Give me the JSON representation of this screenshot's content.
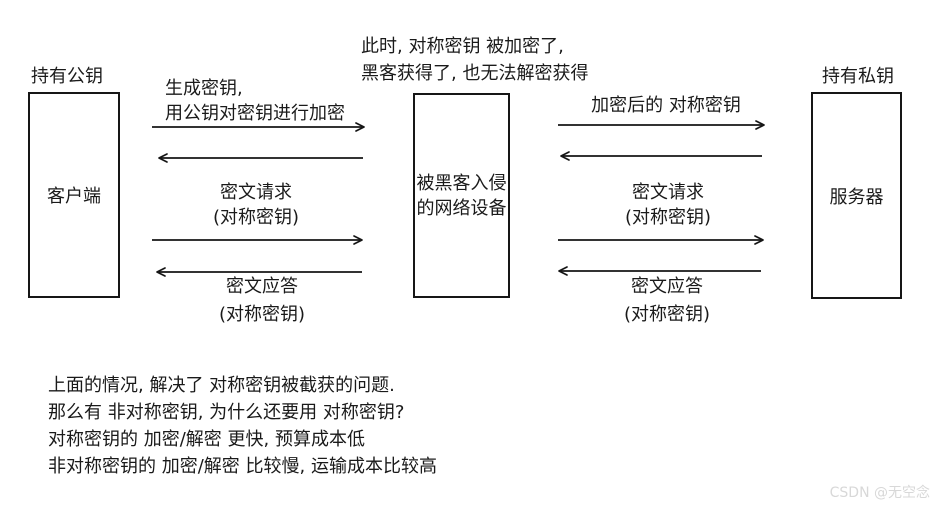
{
  "colors": {
    "ink": "#1a1a1a",
    "stroke": "#161616",
    "watermark": "#d8d8d8",
    "background": "#ffffff"
  },
  "entities": {
    "client": {
      "caption": "持有公钥",
      "label": "客户端"
    },
    "middle": {
      "label": "被黑客入侵\n的网络设备"
    },
    "server": {
      "caption": "持有私钥",
      "label": "服务器"
    }
  },
  "annotation": "此时, 对称密钥 被加密了,\n黑客获得了, 也无法解密获得",
  "left_messages": {
    "generate_key": "生成密钥,\n用公钥对密钥进行加密",
    "cipher_request": "密文请求\n(对称密钥)",
    "cipher_reply": "密文应答\n(对称密钥)"
  },
  "right_messages": {
    "encrypted_key": "加密后的 对称密钥",
    "cipher_request": "密文请求\n(对称密钥)",
    "cipher_reply": "密文应答\n(对称密钥)"
  },
  "notes": [
    "上面的情况, 解决了 对称密钥被截获的问题.",
    "那么有 非对称密钥, 为什么还要用 对称密钥?",
    "对称密钥的 加密/解密 更快, 预算成本低",
    "非对称密钥的 加密/解密 比较慢, 运输成本比较高"
  ],
  "watermark": "CSDN @无空念"
}
